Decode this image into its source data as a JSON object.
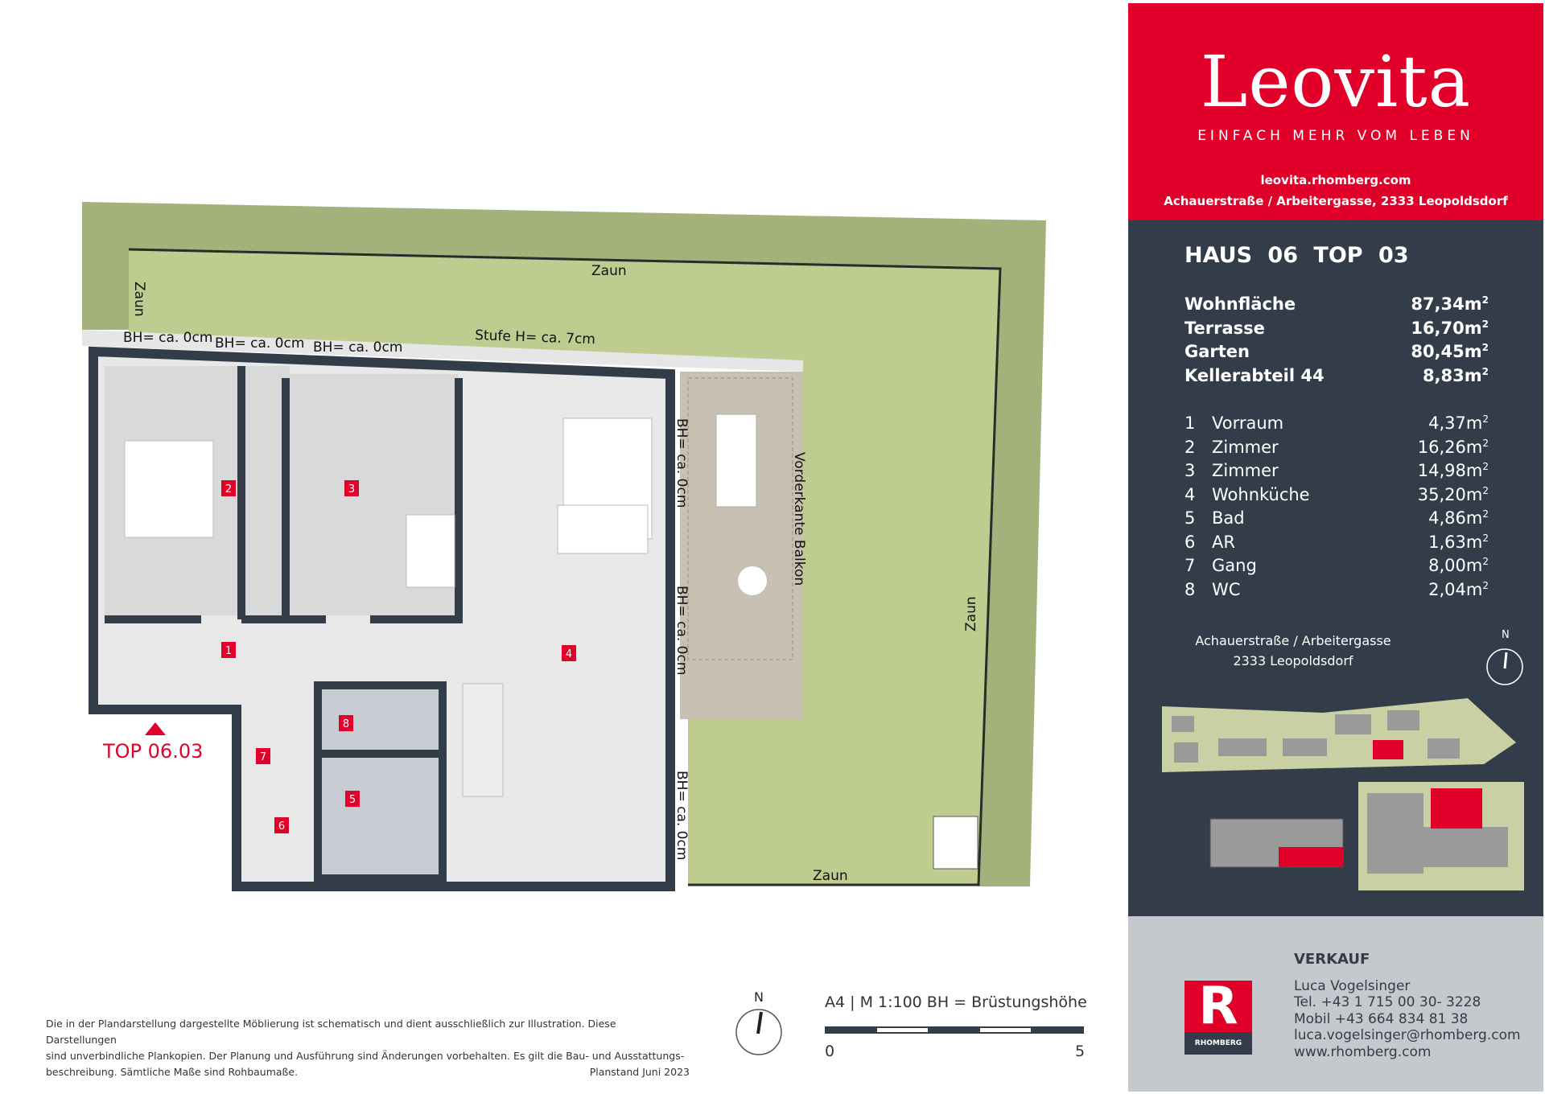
{
  "brand": {
    "name": "Leovita",
    "tagline": "EINFACH MEHR VOM LEBEN",
    "website": "leovita.rhomberg.com",
    "address": "Achauerstraße / Arbeitergasse, 2333 Leopoldsdorf",
    "accent": "#e0002a",
    "dark": "#333d4a"
  },
  "unit": {
    "title": "HAUS 06   TOP 03"
  },
  "summary": [
    {
      "label": "Wohnfläche",
      "value": "87,34m",
      "sup": "2"
    },
    {
      "label": "Terrasse",
      "value": "16,70m",
      "sup": "2"
    },
    {
      "label": "Garten",
      "value": "80,45m",
      "sup": "2"
    },
    {
      "label": "Kellerabteil 44",
      "value": "8,83m",
      "sup": "2"
    }
  ],
  "rooms": [
    {
      "no": "1",
      "name": "Vorraum",
      "value": "4,37m",
      "sup": "2"
    },
    {
      "no": "2",
      "name": "Zimmer",
      "value": "16,26m",
      "sup": "2"
    },
    {
      "no": "3",
      "name": "Zimmer",
      "value": "14,98m",
      "sup": "2"
    },
    {
      "no": "4",
      "name": "Wohnküche",
      "value": "35,20m",
      "sup": "2"
    },
    {
      "no": "5",
      "name": "Bad",
      "value": "4,86m",
      "sup": "2"
    },
    {
      "no": "6",
      "name": "AR",
      "value": "1,63m",
      "sup": "2"
    },
    {
      "no": "7",
      "name": "Gang",
      "value": "8,00m",
      "sup": "2"
    },
    {
      "no": "8",
      "name": "WC",
      "value": "2,04m",
      "sup": "2"
    }
  ],
  "location": {
    "line1": "Achauerstraße / Arbeitergasse",
    "line2": "2333 Leopoldsdorf",
    "north": "N"
  },
  "sales": {
    "heading": "VERKAUF",
    "name": "Luca Vogelsinger",
    "tel": "Tel. +43 1 715 00 30- 3228",
    "mobil": "Mobil +43 664 834 81 38",
    "email": "luca.vogelsinger@rhomberg.com",
    "web": "www.rhomberg.com",
    "logo_letter": "R",
    "logo_text": "RHOMBERG"
  },
  "plan": {
    "zaun": "Zaun",
    "stufe": "Stufe H= ca. 7cm",
    "bh": "BH= ca. 0cm",
    "balkon": "Vorderkante Balkon",
    "entrance": "TOP 06.03",
    "north": "N"
  },
  "footer": {
    "disclaimer1": "Die in der Plandarstellung dargestellte Möblierung ist schematisch und dient ausschließlich zur Illustration. Diese Darstellungen",
    "disclaimer2": "sind unverbindliche Plankopien. Der Planung und Ausführung sind Änderungen vorbehalten. Es gilt die Bau- und Ausstattungs-",
    "disclaimer3": "beschreibung. Sämtliche Maße sind Rohbaumaße.",
    "planstand": "Planstand Juni 2023",
    "scale": "A4 | M 1:100   BH = Brüstungshöhe",
    "scale_start": "0",
    "scale_end": "5"
  }
}
